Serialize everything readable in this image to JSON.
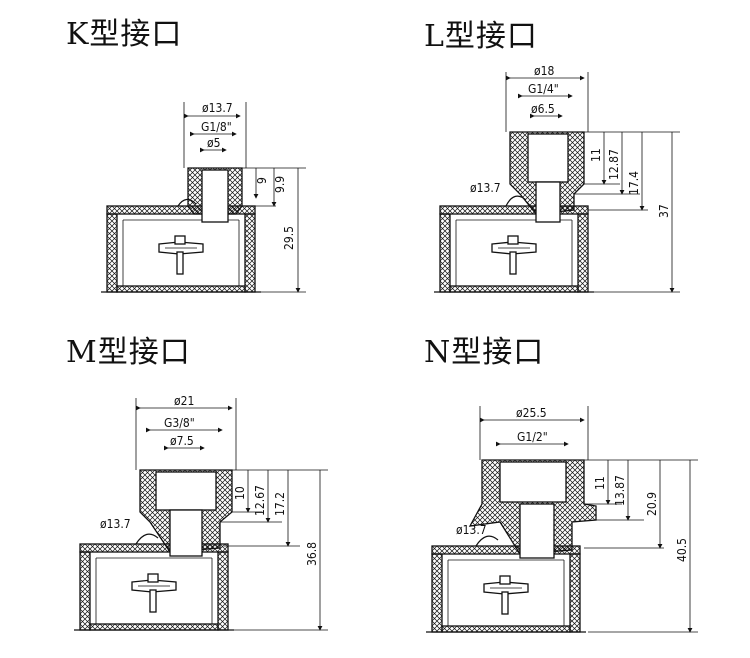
{
  "panels": [
    {
      "id": "k",
      "title": "K型接口",
      "dims": {
        "outer_dia": "ø13.7",
        "thread": "G1/8\"",
        "inner_dia": "ø5",
        "h1": "9",
        "h2": "9.9",
        "h3": "29.5"
      }
    },
    {
      "id": "l",
      "title": "L型接口",
      "dims": {
        "outer_dia": "ø18",
        "thread": "G1/4\"",
        "inner_dia": "ø6.5",
        "side_dia": "ø13.7",
        "h1": "11",
        "h2": "12.87",
        "h3": "17.4",
        "h4": "37"
      }
    },
    {
      "id": "m",
      "title": "M型接口",
      "dims": {
        "outer_dia": "ø21",
        "thread": "G3/8\"",
        "inner_dia": "ø7.5",
        "side_dia": "ø13.7",
        "h1": "10",
        "h2": "12.67",
        "h3": "17.2",
        "h4": "36.8"
      }
    },
    {
      "id": "n",
      "title": "N型接口",
      "dims": {
        "outer_dia": "ø25.5",
        "thread": "G1/2\"",
        "side_dia": "ø13.7",
        "h1": "11",
        "h2": "13.87",
        "h3": "20.9",
        "h4": "40.5"
      }
    }
  ]
}
